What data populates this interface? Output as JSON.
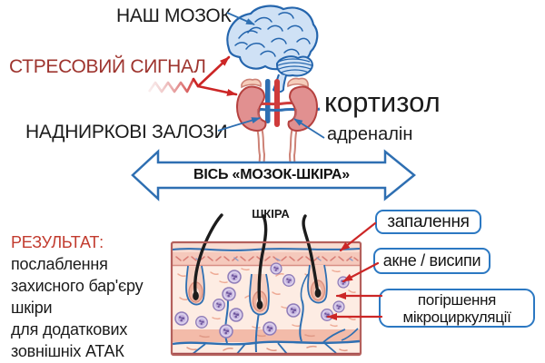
{
  "diagram": {
    "brain_label": "НАШ МОЗОК",
    "stress_signal_label": "СТРЕСОВИЙ СИГНАЛ",
    "adrenal_glands_label": "НАДНИРКОВІ ЗАЛОЗИ",
    "cortisol_label": "кортизол",
    "adrenaline_label": "адреналін",
    "axis_label": "ВІСЬ «МОЗОК-ШКІРА»",
    "skin_label": "ШКІРА"
  },
  "callouts": [
    {
      "label": "запалення"
    },
    {
      "label": "акне / висипи"
    },
    {
      "label": "погіршення мікроциркуляції"
    }
  ],
  "result": {
    "heading": "РЕЗУЛЬТАТ:",
    "lines": [
      "послаблення",
      "захисного бар'єру",
      "шкіри",
      "для додаткових",
      "зовнішніх АТАК"
    ]
  },
  "colors": {
    "diagram_blue": "#2e6fb2",
    "signal_red": "#cc2626",
    "stress_text_red": "#9e342e",
    "result_text_red": "#c23b2e",
    "kidney_fill": "#e19090",
    "skin_fill": "#fdece3",
    "cell_purple": "#8f7cb8"
  }
}
